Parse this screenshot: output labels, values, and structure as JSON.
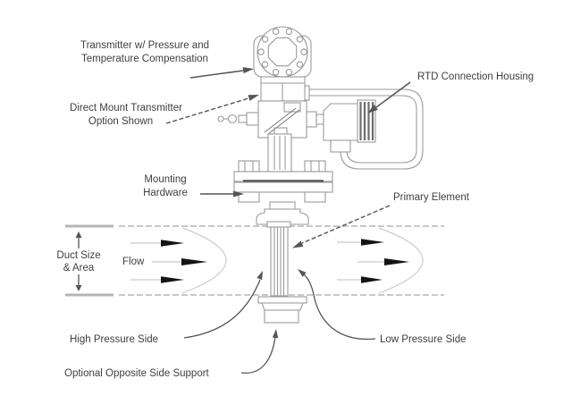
{
  "labels": {
    "transmitter": {
      "line1": "Transmitter w/ Pressure and",
      "line2": "Temperature Compensation"
    },
    "rtd_housing": "RTD Connection Housing",
    "direct_mount": {
      "line1": "Direct Mount Transmitter",
      "line2": "Option Shown"
    },
    "mounting": {
      "line1": "Mounting",
      "line2": "Hardware"
    },
    "primary_element": "Primary Element",
    "duct_size": {
      "line1": "Duct Size",
      "line2": "& Area"
    },
    "flow": "Flow",
    "high_pressure": "High Pressure Side",
    "low_pressure": "Low Pressure Side",
    "optional_support": "Optional Opposite Side Support"
  },
  "colors": {
    "background": "#ffffff",
    "text": "#3f3f3f",
    "line_art": "#9a9a9a",
    "leader": "#555555",
    "duct": "#b5b5b5",
    "flow_arrow": "#141414",
    "gasket": "#4f4f4f"
  }
}
